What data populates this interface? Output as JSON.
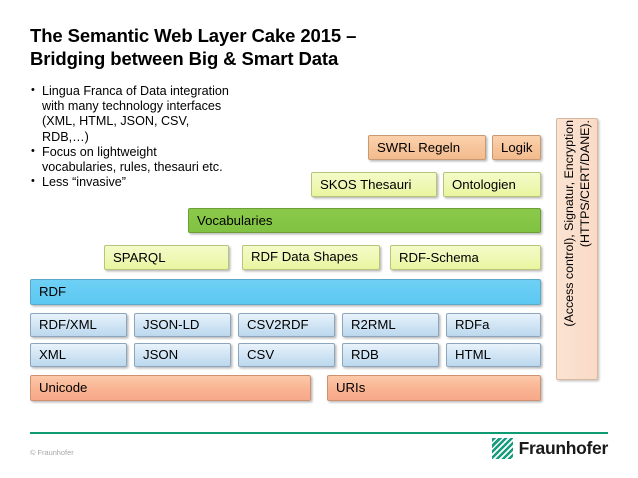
{
  "slide": {
    "title_line1": "The Semantic Web Layer Cake 2015 –",
    "title_line2": "Bridging between Big & Smart Data",
    "bullets": [
      "Lingua Franca of Data integration with many technology interfaces (XML, HTML, JSON, CSV, RDB,…)",
      "Focus on lightweight vocabularies, rules, thesauri etc.",
      "Less “invasive”"
    ]
  },
  "diagram": {
    "type": "layer-cake",
    "layers": {
      "logic_row": [
        {
          "label": "SWRL Regeln",
          "color": "#f6c49a"
        },
        {
          "label": "Logik",
          "color": "#f6c49a"
        }
      ],
      "ontology_row": [
        {
          "label": "SKOS Thesauri",
          "color": "#eef8b2"
        },
        {
          "label": "Ontologien",
          "color": "#eef8b2"
        }
      ],
      "vocabularies": {
        "label": "Vocabularies",
        "color": "#80c242"
      },
      "query_row": [
        {
          "label": "SPARQL",
          "color": "#eef8b2"
        },
        {
          "label": "RDF Data Shapes",
          "color": "#eef8b2"
        },
        {
          "label": "RDF-Schema",
          "color": "#eef8b2"
        }
      ],
      "rdf": {
        "label": "RDF",
        "color": "#5cc8f2"
      },
      "serialization_row": [
        {
          "label": "RDF/XML",
          "color": "#d3e6f5"
        },
        {
          "label": "JSON-LD",
          "color": "#d3e6f5"
        },
        {
          "label": "CSV2RDF",
          "color": "#d3e6f5"
        },
        {
          "label": "R2RML",
          "color": "#d3e6f5"
        },
        {
          "label": "RDFa",
          "color": "#d3e6f5"
        }
      ],
      "format_row": [
        {
          "label": "XML",
          "color": "#d3e6f5"
        },
        {
          "label": "JSON",
          "color": "#d3e6f5"
        },
        {
          "label": "CSV",
          "color": "#d3e6f5"
        },
        {
          "label": "RDB",
          "color": "#d3e6f5"
        },
        {
          "label": "HTML",
          "color": "#d3e6f5"
        }
      ],
      "base_row": [
        {
          "label": "Unicode",
          "color": "#f9b392"
        },
        {
          "label": "URIs",
          "color": "#f9b392"
        }
      ],
      "security": {
        "label": "(Access control), Signatur, Encryption (HTTPS/CERT/DANE).",
        "color": "#fadac6"
      }
    }
  },
  "footer": {
    "copyright": "© Fraunhofer",
    "logo_text": "Fraunhofer",
    "rule_color": "#0d9b72"
  }
}
